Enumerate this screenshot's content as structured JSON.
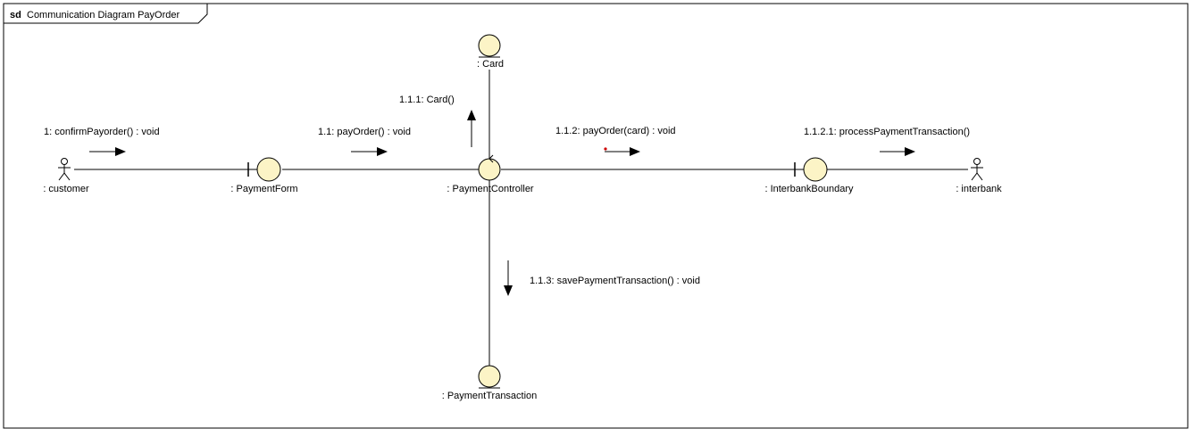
{
  "frame": {
    "keyword": "sd",
    "title": "Communication Diagram PayOrder"
  },
  "colors": {
    "object_fill": "#fcf4c6",
    "line": "#000000",
    "marker_dot": "#cc0000"
  },
  "lifelines": {
    "customer": {
      "label": ": customer",
      "kind": "actor"
    },
    "payment_form": {
      "label": ": PaymentForm",
      "kind": "boundary"
    },
    "payment_controller": {
      "label": ": PaymentController",
      "kind": "control"
    },
    "card": {
      "label": ": Card",
      "kind": "entity"
    },
    "interbank_boundary": {
      "label": ": InterbankBoundary",
      "kind": "boundary"
    },
    "interbank": {
      "label": ": interbank",
      "kind": "actor"
    },
    "payment_transaction": {
      "label": ": PaymentTransaction",
      "kind": "entity"
    }
  },
  "messages": {
    "m1": {
      "label": "1: confirmPayorder() : void",
      "direction": "right"
    },
    "m1_1": {
      "label": "1.1: payOrder() : void",
      "direction": "right"
    },
    "m1_1_1": {
      "label": "1.1.1: Card()",
      "direction": "up"
    },
    "m1_1_2": {
      "label": "1.1.2: payOrder(card) : void",
      "direction": "right"
    },
    "m1_1_2_1": {
      "label": "1.1.2.1: processPaymentTransaction()",
      "direction": "right"
    },
    "m1_1_3": {
      "label": "1.1.3: savePaymentTransaction() : void",
      "direction": "down"
    }
  }
}
